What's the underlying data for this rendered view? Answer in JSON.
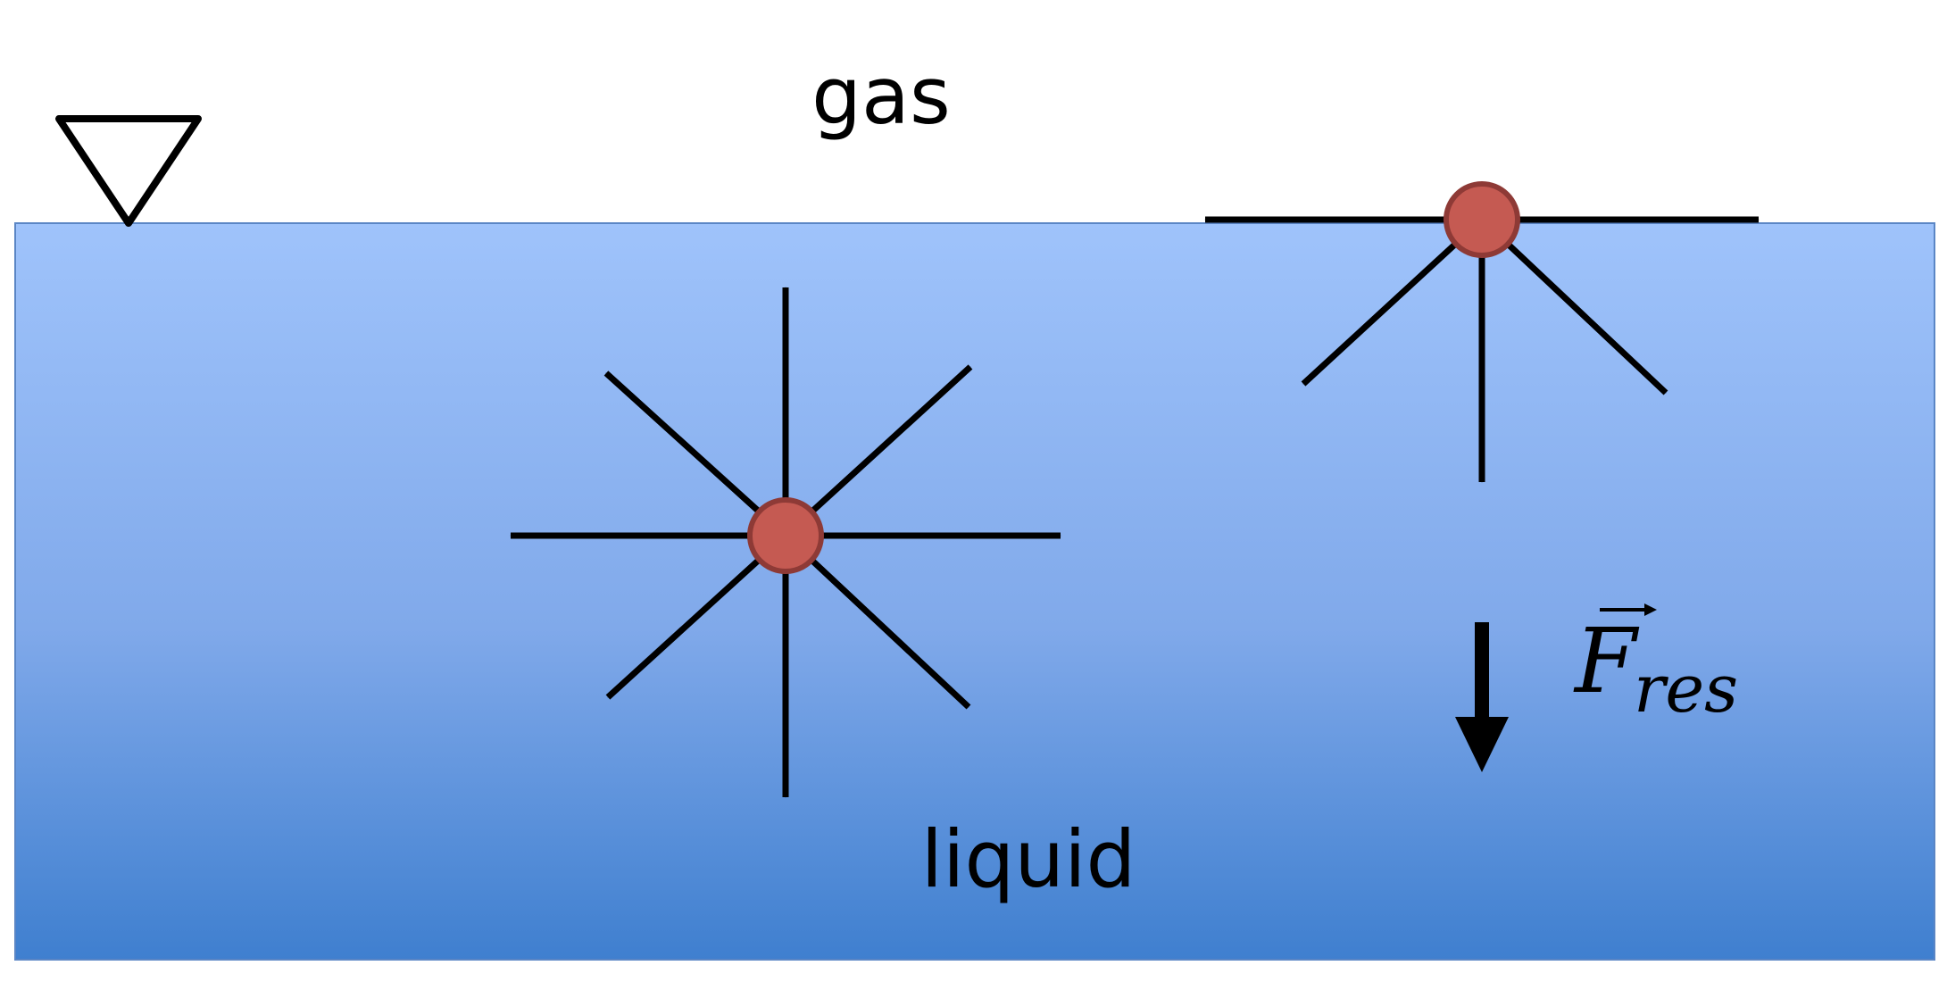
{
  "labels": {
    "gas": "gas",
    "liquid": "liquid",
    "force_symbol": "F",
    "force_subscript": "res"
  },
  "colors": {
    "liquid_top": "#9fc3fb",
    "liquid_bottom": "#3f7fcf",
    "liquid_border": "#5b86c5",
    "molecule_fill": "#c55a52",
    "molecule_stroke": "#8e3a36",
    "arrow": "#000000"
  }
}
